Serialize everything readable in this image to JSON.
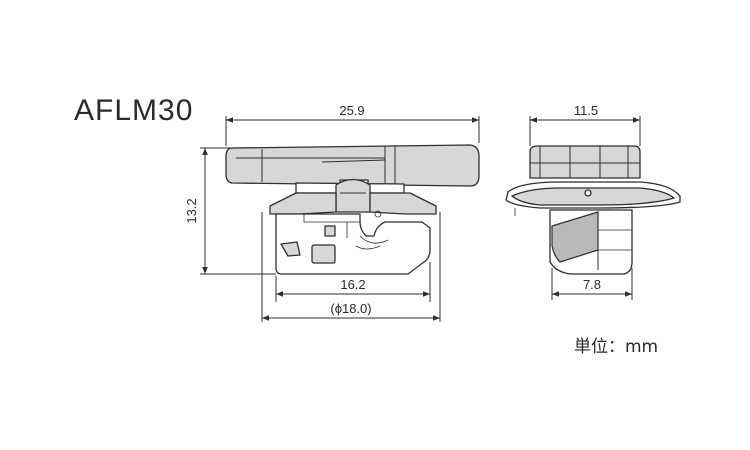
{
  "title": "AFLM30",
  "unit": "単位：mm",
  "dimensions": {
    "width_top": "25.9",
    "height": "13.2",
    "width_base": "16.2",
    "hole_diameter": "(ϕ18.0)",
    "side_width": "11.5",
    "side_base": "7.8"
  },
  "colors": {
    "body_fill": "#d7d7d7",
    "outline": "#2f2f2f"
  }
}
